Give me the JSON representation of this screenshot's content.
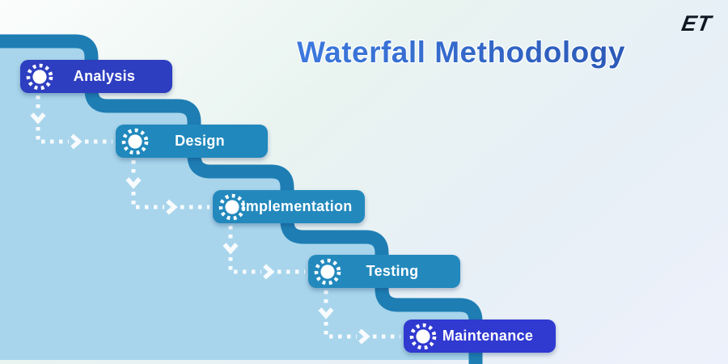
{
  "header": {
    "title": "Waterfall Methodology",
    "logo_text": "ET"
  },
  "colors": {
    "ribbon_stroke": "#1e7eb4",
    "ribbon_fill": "#a8d5ec",
    "connector": "#ffffff",
    "pill_text": "#ffffff",
    "title_gradient_start": "#3e7ce2",
    "title_gradient_end": "#2a56b3",
    "logo_color": "#0e1722"
  },
  "stages": [
    {
      "label": "Analysis",
      "color": "#2e3ec0",
      "icon": "dashed-circle-icon"
    },
    {
      "label": "Design",
      "color": "#2088bc",
      "icon": "dashed-circle-icon"
    },
    {
      "label": "Implementation",
      "color": "#2389bd",
      "icon": "dashed-circle-icon"
    },
    {
      "label": "Testing",
      "color": "#2389bd",
      "icon": "dashed-circle-icon"
    },
    {
      "label": "Maintenance",
      "color": "#3039d0",
      "icon": "dashed-circle-icon"
    }
  ],
  "connections": [
    {
      "from": "Analysis",
      "to": "Design"
    },
    {
      "from": "Design",
      "to": "Implementation"
    },
    {
      "from": "Implementation",
      "to": "Testing"
    },
    {
      "from": "Testing",
      "to": "Maintenance"
    }
  ]
}
